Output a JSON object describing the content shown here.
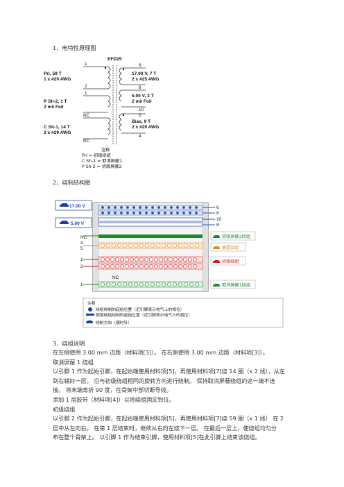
{
  "section1": {
    "title": "1、电特性原理图"
  },
  "schematic": {
    "core_name": "EFD25",
    "pins_left": [
      "1",
      "2",
      "1",
      "NC",
      "NC"
    ],
    "pins_right": [
      "6",
      "8",
      "10",
      "5",
      "4"
    ],
    "pri_line1": "Pri, 59 T",
    "pri_line2": "1 x #29 AWG",
    "psh_line1": "P Sh-2, 1 T",
    "psh_line2": "2 mil Foil",
    "csh_line1": "C Sh-1, 14 T",
    "csh_line2": "2 x #29 AWG",
    "s17_line1": "17.00 V, 7 T",
    "s17_line2": "2 x #25 AWG",
    "s5_line1": "5.00 V, 3 T",
    "s5_line2": "2 mil Foil",
    "bias_line1": "Bias, 9 T",
    "bias_line2": "2 x #29 AWG",
    "legend_title": "注释",
    "legend_items": [
      "Pri = 初级绕组",
      "C Sh-1 = 取消屏蔽1",
      "P Sh-2 = 初级屏蔽2"
    ]
  },
  "section2": {
    "title": "2、绕制结构图"
  },
  "structure": {
    "v17_label": "17.00 V",
    "v5_label": "5.00 V",
    "right_pins": [
      "6",
      "8",
      "10",
      "8"
    ],
    "left_pins": [
      "NC",
      "4",
      "5",
      "1",
      "2",
      "NC",
      "1"
    ],
    "tags": [
      "初级屏蔽2绕组",
      "偏置绕组",
      "初级绕组",
      "取消屏蔽1绕组"
    ],
    "tag_colors": [
      "#1a8a2a",
      "#e8861a",
      "#d11a1a",
      "#1a8a2a"
    ],
    "legend_title": "注释",
    "legend_rows": [
      "绕组绕制的起始位置（近引脚表示电气上的相位）",
      "铜箔绕组绕制的起始位置（近引脚表示电气上的相位）",
      "绕制方向（顺时针）"
    ]
  },
  "section3": {
    "title": "3、绕组说明",
    "lines": [
      "在左侧使用 3.00 mm 边距（材料项[3]）。 在右侧使用 3.00 mm 边距（材料项[3]）。",
      "取消屏蔽 1 绕组",
      "以引脚 1 作为起始引脚，在起始端使用材料项[5]，再使用材料项[7]绕 14 圈（x 2 线），从左",
      "到右辅好一层。 沿与初级绕组相同的旋转方向进行绕制。 保持取消屏蔽绕组的这一端不连",
      "接。 将末端弯折 90 度，在骨架中部切断导线。",
      "添加 1 层胶带（材料项[4]）以将绕组固定到位。",
      "初级绕组",
      "以引脚 2 作为起始引脚，在起始端使用材料项[5]，再使用材料项[7]绕 59 圈（x 1 线） 在 2",
      "层中从左向右。 在第 1 层结束时，继续从右向左绕下一层。 在最后一层上，使绕组均匀分",
      "布在整个骨架上。 以引脚 1 作为结束引脚，使用材料项[5]在此引脚上结束该绕组。"
    ]
  }
}
